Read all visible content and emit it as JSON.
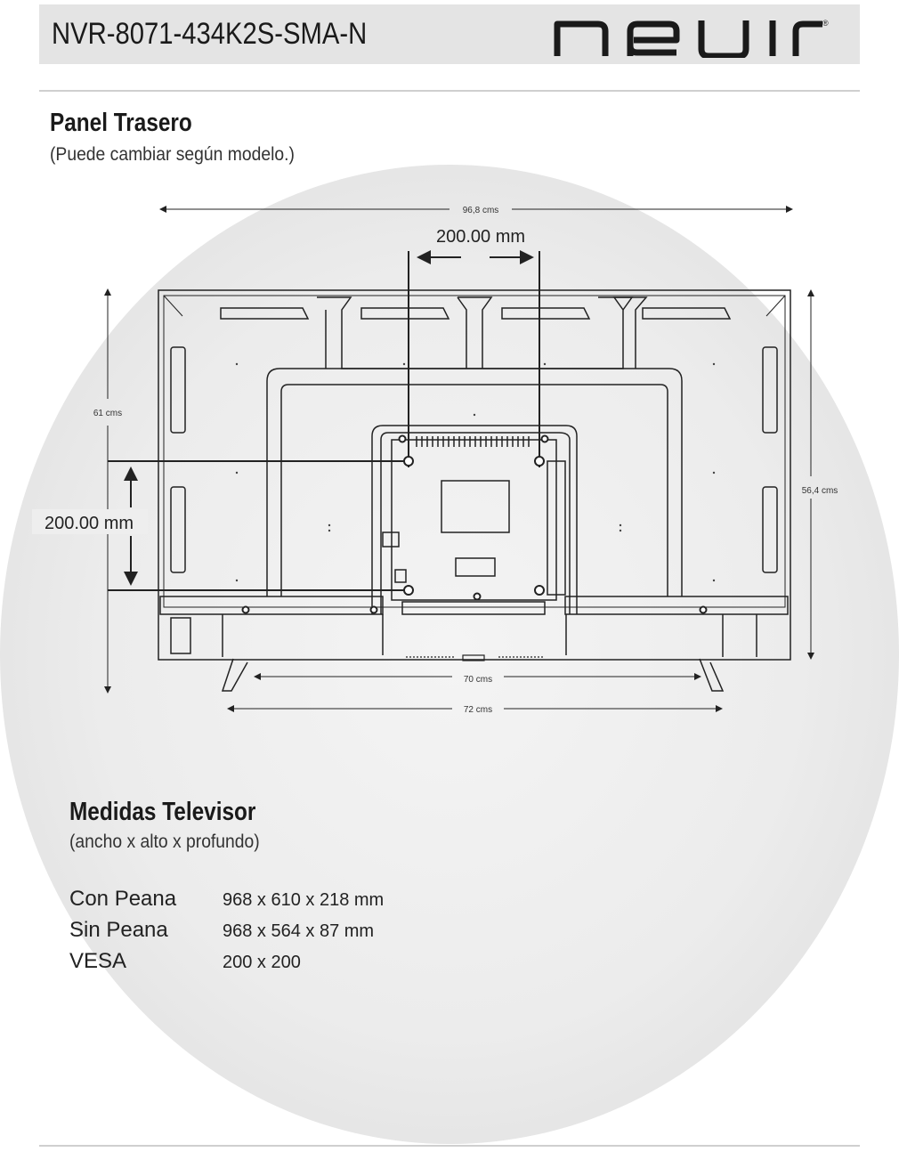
{
  "header": {
    "model": "NVR-8071-434K2S-SMA-N",
    "brand": "nevir"
  },
  "section_rear": {
    "title": "Panel Trasero",
    "subtitle": "(Puede cambiar según modelo.)"
  },
  "dimensions": {
    "total_width": "96,8 cms",
    "total_height": "61 cms",
    "panel_height": "56,4 cms",
    "vesa_h": "200.00 mm",
    "vesa_v": "200.00 mm",
    "stand_inner": "70 cms",
    "stand_outer": "72 cms"
  },
  "section_measures": {
    "title": "Medidas Televisor",
    "subtitle": "(ancho x alto x profundo)",
    "rows": [
      {
        "label": "Con Peana",
        "value": "968 x 610 x 218 mm"
      },
      {
        "label": "Sin Peana",
        "value": "968 x 564 x 87 mm"
      },
      {
        "label": "VESA",
        "value": "200 x 200"
      }
    ]
  },
  "colors": {
    "header_bg": "#e4e4e4",
    "line": "#222222"
  }
}
